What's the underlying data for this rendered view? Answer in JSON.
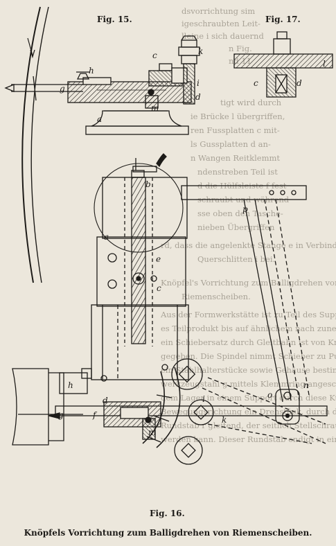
{
  "figures": {
    "fig15": "Fig. 15.",
    "fig16": "Fig. 16.",
    "fig17": "Fig. 17."
  },
  "labels": {
    "fig15": [
      "h",
      "c",
      "k",
      "g",
      "i",
      "d",
      "m",
      "a"
    ],
    "fig17": [
      "l",
      "c",
      "d"
    ],
    "fig16": [
      "p",
      "b",
      "a",
      "e",
      "c",
      "h",
      "d",
      "f",
      "g",
      "m",
      "i",
      "k",
      "o",
      "n"
    ]
  },
  "background_text": [
    "dsvorrichtung sim",
    "igeschraubten Leit-",
    "lleine i sich dauernd",
    "n Fig.",
    "nd 11",
    "tigt wird durch",
    "ie Brücke l übergriffen,",
    "ren Fussplatten c mit-",
    "ls Gussplatten d an-",
    "n Wangen Reitklemmt",
    "ndenstreben Teil ist",
    "d die Hülfsleiste f fest",
    "schraubt und während",
    "sse oben den Tasche-",
    "nieben Übergriffen",
    "rd, dass die angelenkte Stange e in Verbindung mit",
    "Querschlitten i bei.",
    "Knöpfel's Vorrichtung zum Balligdrehen von",
    "Riemenscheiben.",
    "Aus der Formwerkstätte ist zu Teil des Support-",
    "es Teilprodukt bis auf ähnlichem nach zunehmender",
    "ein Schiebersatz durch Gleitbahn ist von Knöpfel",
    "gegeben. Die Spindel nimmt Schieber zu Punkte",
    "ein Stahlhalterstücke sowie Gehäuse bestimmt den",
    "werkzeugstahl g mittels Klemmring angeschlossen wird",
    "dem Lager in einem Support durch diese Kurve",
    "Bewegungsrichtung ein Drehstück, durch dessen Querlo",
    "Rundstab r gleitend, der seitlich Stellschraube gehalte",
    "werden kann. Dieser Rundstab endigt in einem segn"
  ],
  "caption": "Knöpfels Vorrichtung zum Balligdrehen von Riemenscheiben."
}
